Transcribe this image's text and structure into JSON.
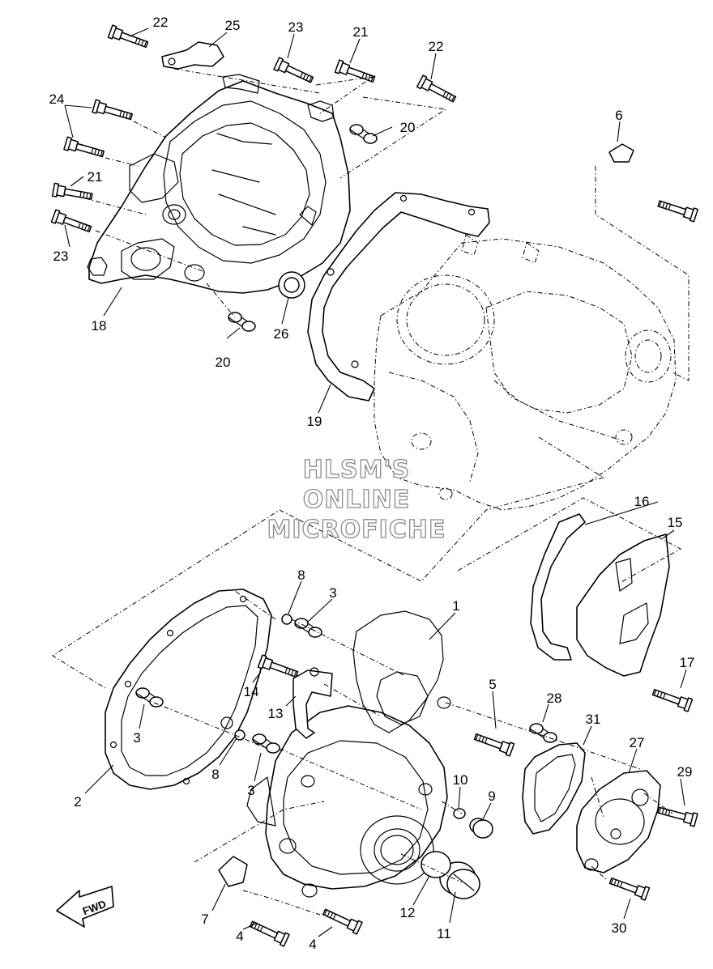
{
  "watermark": {
    "line1": "HLSM'S",
    "line2": "ONLINE",
    "line3": "MICROFICHE"
  },
  "direction_label": "FWD",
  "callouts": {
    "c1": "1",
    "c2": "2",
    "c3a": "3",
    "c3b": "3",
    "c3c": "3",
    "c4a": "4",
    "c4b": "4",
    "c5": "5",
    "c6": "6",
    "c7": "7",
    "c8a": "8",
    "c8b": "8",
    "c9": "9",
    "c10": "10",
    "c11": "11",
    "c12": "12",
    "c13": "13",
    "c14": "14",
    "c15": "15",
    "c16": "16",
    "c17": "17",
    "c18": "18",
    "c19": "19",
    "c20a": "20",
    "c20b": "20",
    "c21a": "21",
    "c21b": "21",
    "c22a": "22",
    "c22b": "22",
    "c23a": "23",
    "c23b": "23",
    "c24": "24",
    "c25": "25",
    "c26": "26",
    "c27": "27",
    "c28": "28",
    "c29": "29",
    "c30": "30",
    "c31": "31"
  }
}
